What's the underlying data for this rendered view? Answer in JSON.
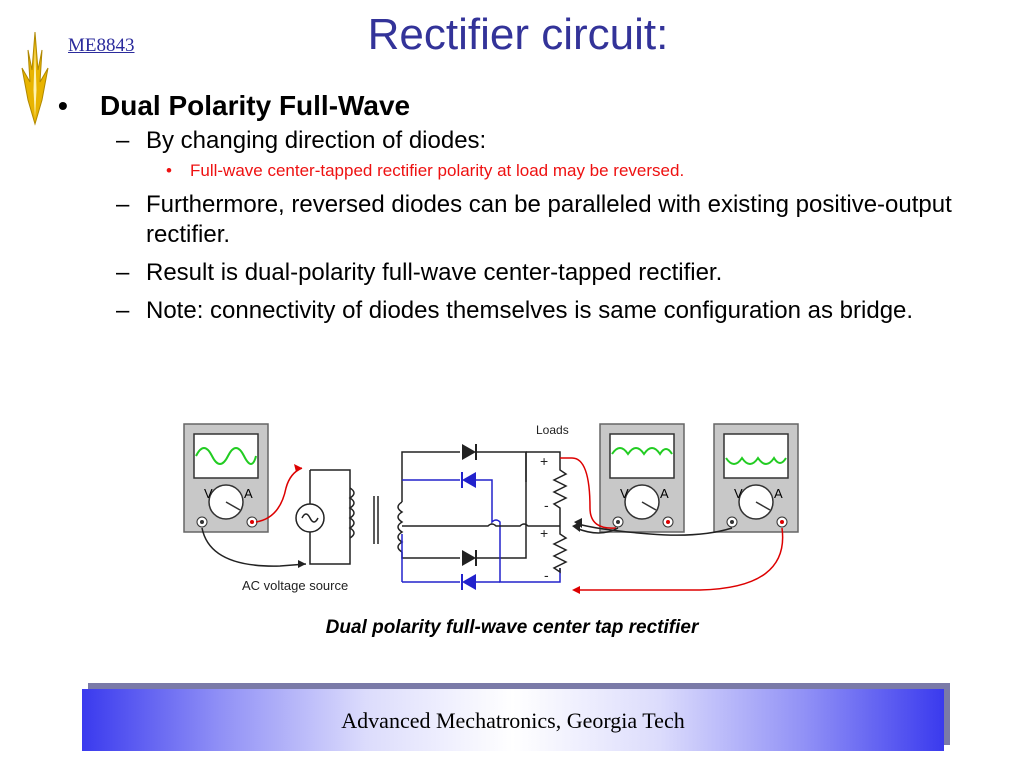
{
  "header": {
    "course_code": "ME8843",
    "title": "Rectifier circuit:"
  },
  "content": {
    "heading": "Dual Polarity Full-Wave",
    "bullet_symbol": "•",
    "dash_symbol": "–",
    "items": [
      {
        "text": "By changing direction of diodes:",
        "sub": "Full-wave center-tapped rectifier polarity at load may be reversed."
      },
      {
        "text": "Furthermore, reversed diodes can be paralleled with existing positive-output rectifier."
      },
      {
        "text": "Result is dual-polarity full-wave center-tapped rectifier."
      },
      {
        "text": "Note: connectivity of diodes themselves is same configuration as bridge."
      }
    ]
  },
  "diagram": {
    "loads_label": "Loads",
    "source_label": "AC voltage source",
    "plus_sign": "+",
    "minus_sign": "-",
    "meter_v": "V",
    "meter_a": "A",
    "colors": {
      "positive_path": "#222222",
      "negative_path": "#2222cc",
      "probe_red": "#dd0000",
      "trace": "#22cc22",
      "meter_body": "#c8c8c8"
    }
  },
  "caption": "Dual polarity full-wave center tap rectifier",
  "footer": "Advanced Mechatronics, Georgia Tech"
}
